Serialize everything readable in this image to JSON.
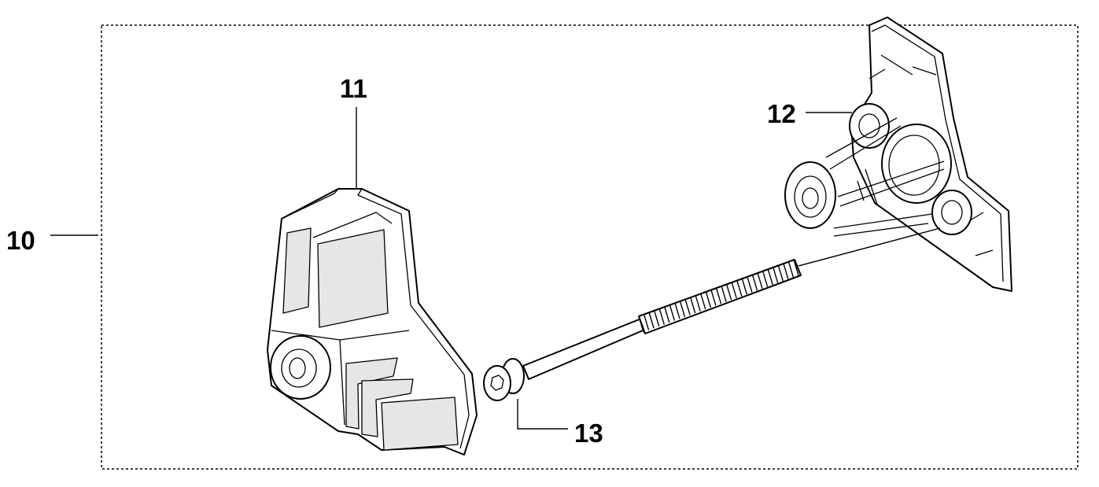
{
  "callouts": {
    "assembly": "10",
    "part_left": "11",
    "part_right": "12",
    "screw": "13"
  },
  "colors": {
    "line": "#000000",
    "fill": "#ffffff",
    "shade": "#e6e6e6"
  }
}
